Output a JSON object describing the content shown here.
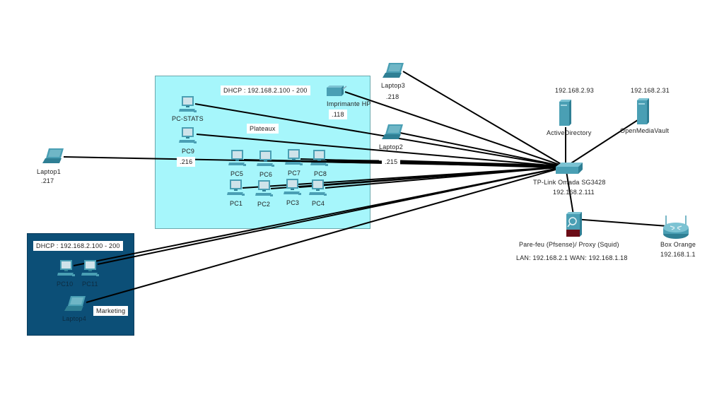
{
  "diagram": {
    "zones": {
      "plateaux": {
        "name": "Plateaux",
        "dhcp": "DHCP  :  192.168.2.100 - 200",
        "color": "#a6f6fb"
      },
      "marketing": {
        "name": "Marketing",
        "dhcp": "DHCP  :  192.168.2.100 - 200",
        "color": "#0c4f77"
      }
    },
    "devices": {
      "pc_stats": {
        "name": "PC-STATS",
        "type": "pc"
      },
      "pc9": {
        "name": "PC9",
        "type": "pc",
        "ip": ".216"
      },
      "pc1": {
        "name": "PC1",
        "type": "pc"
      },
      "pc2": {
        "name": "PC2",
        "type": "pc"
      },
      "pc3": {
        "name": "PC3",
        "type": "pc"
      },
      "pc4": {
        "name": "PC4",
        "type": "pc"
      },
      "pc5": {
        "name": "PC5",
        "type": "pc"
      },
      "pc6": {
        "name": "PC6",
        "type": "pc"
      },
      "pc7": {
        "name": "PC7",
        "type": "pc"
      },
      "pc8": {
        "name": "PC8",
        "type": "pc"
      },
      "pc10": {
        "name": "PC10",
        "type": "pc"
      },
      "pc11": {
        "name": "PC11",
        "type": "pc"
      },
      "printer": {
        "name": "Imprimante HP",
        "type": "printer",
        "ip": ".118"
      },
      "laptop1": {
        "name": "Laptop1",
        "type": "laptop",
        "ip": ".217"
      },
      "laptop2": {
        "name": "Laptop2",
        "type": "laptop",
        "ip": ".215"
      },
      "laptop3": {
        "name": "Laptop3",
        "type": "laptop",
        "ip": ".218"
      },
      "laptop4": {
        "name": "Laptop4",
        "type": "laptop"
      },
      "switch": {
        "name": "TP-Link Omada SG3428",
        "type": "switch",
        "ip": "192.168.2.111"
      },
      "ad": {
        "name": "ActiveDirectory",
        "type": "server",
        "ip": "192.168.2.93"
      },
      "omv": {
        "name": "OpenMediaVault",
        "type": "server",
        "ip": "192.168.2.31"
      },
      "firewall": {
        "name": "Pare-feu (Pfsense)/ Proxy (Squid)",
        "type": "firewall",
        "ip": "LAN: 192.168.2.1 WAN: 192.168.1.18"
      },
      "router": {
        "name": "Box Orange",
        "type": "router",
        "ip": "192.168.1.1"
      }
    },
    "links": [
      [
        "pc_stats",
        "switch"
      ],
      [
        "pc9",
        "switch"
      ],
      [
        "laptop1",
        "switch"
      ],
      [
        "pc5",
        "switch"
      ],
      [
        "pc6",
        "switch"
      ],
      [
        "pc7",
        "switch"
      ],
      [
        "pc8",
        "switch"
      ],
      [
        "pc1",
        "switch"
      ],
      [
        "pc2",
        "switch"
      ],
      [
        "pc3",
        "switch"
      ],
      [
        "pc4",
        "switch"
      ],
      [
        "printer",
        "switch"
      ],
      [
        "laptop2",
        "switch"
      ],
      [
        "laptop3",
        "switch"
      ],
      [
        "pc10",
        "switch"
      ],
      [
        "pc11",
        "switch"
      ],
      [
        "laptop4",
        "switch"
      ],
      [
        "ad",
        "switch"
      ],
      [
        "omv",
        "switch"
      ],
      [
        "switch",
        "firewall"
      ],
      [
        "firewall",
        "router"
      ]
    ],
    "colors": {
      "device": "#4a9fb4",
      "device_dark": "#2f7f94",
      "screen": "#cfe3ea",
      "link": "#000000",
      "firewall_base": "#6b0d17"
    }
  }
}
